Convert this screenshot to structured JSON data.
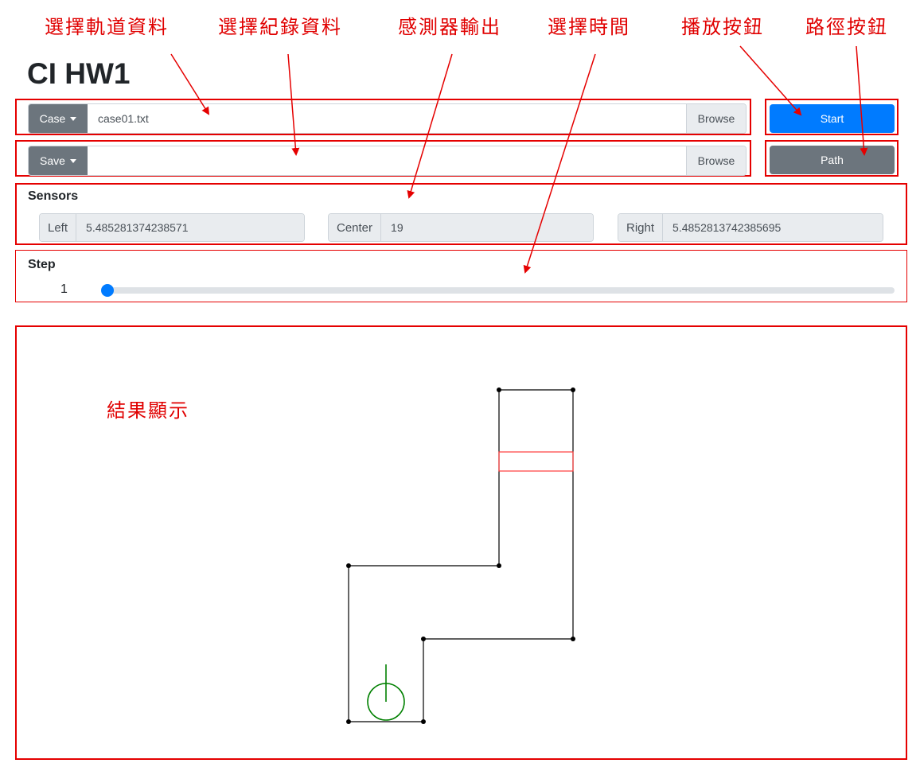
{
  "annotations": {
    "select_track": "選擇軌道資料",
    "select_record": "選擇紀錄資料",
    "sensor_output": "感測器輸出",
    "select_time": "選擇時間",
    "play_button": "播放按鈕",
    "path_button": "路徑按鈕",
    "result_display": "結果顯示"
  },
  "title": "CI HW1",
  "case_row": {
    "dropdown_label": "Case",
    "file_value": "case01.txt",
    "browse_label": "Browse"
  },
  "save_row": {
    "dropdown_label": "Save",
    "file_value": "",
    "browse_label": "Browse"
  },
  "buttons": {
    "start_label": "Start",
    "path_label": "Path"
  },
  "sensors": {
    "heading": "Sensors",
    "left": {
      "label": "Left",
      "value": "5.485281374238571"
    },
    "center": {
      "label": "Center",
      "value": "19"
    },
    "right": {
      "label": "Right",
      "value": "5.4852813742385695"
    }
  },
  "step": {
    "heading": "Step",
    "value": "1",
    "position": 0
  },
  "colors": {
    "annotation": "#e00000",
    "start": "#007bff",
    "path": "#6c757d",
    "track": "#000000",
    "finish": "#ff3b3b",
    "car": "#008000"
  }
}
